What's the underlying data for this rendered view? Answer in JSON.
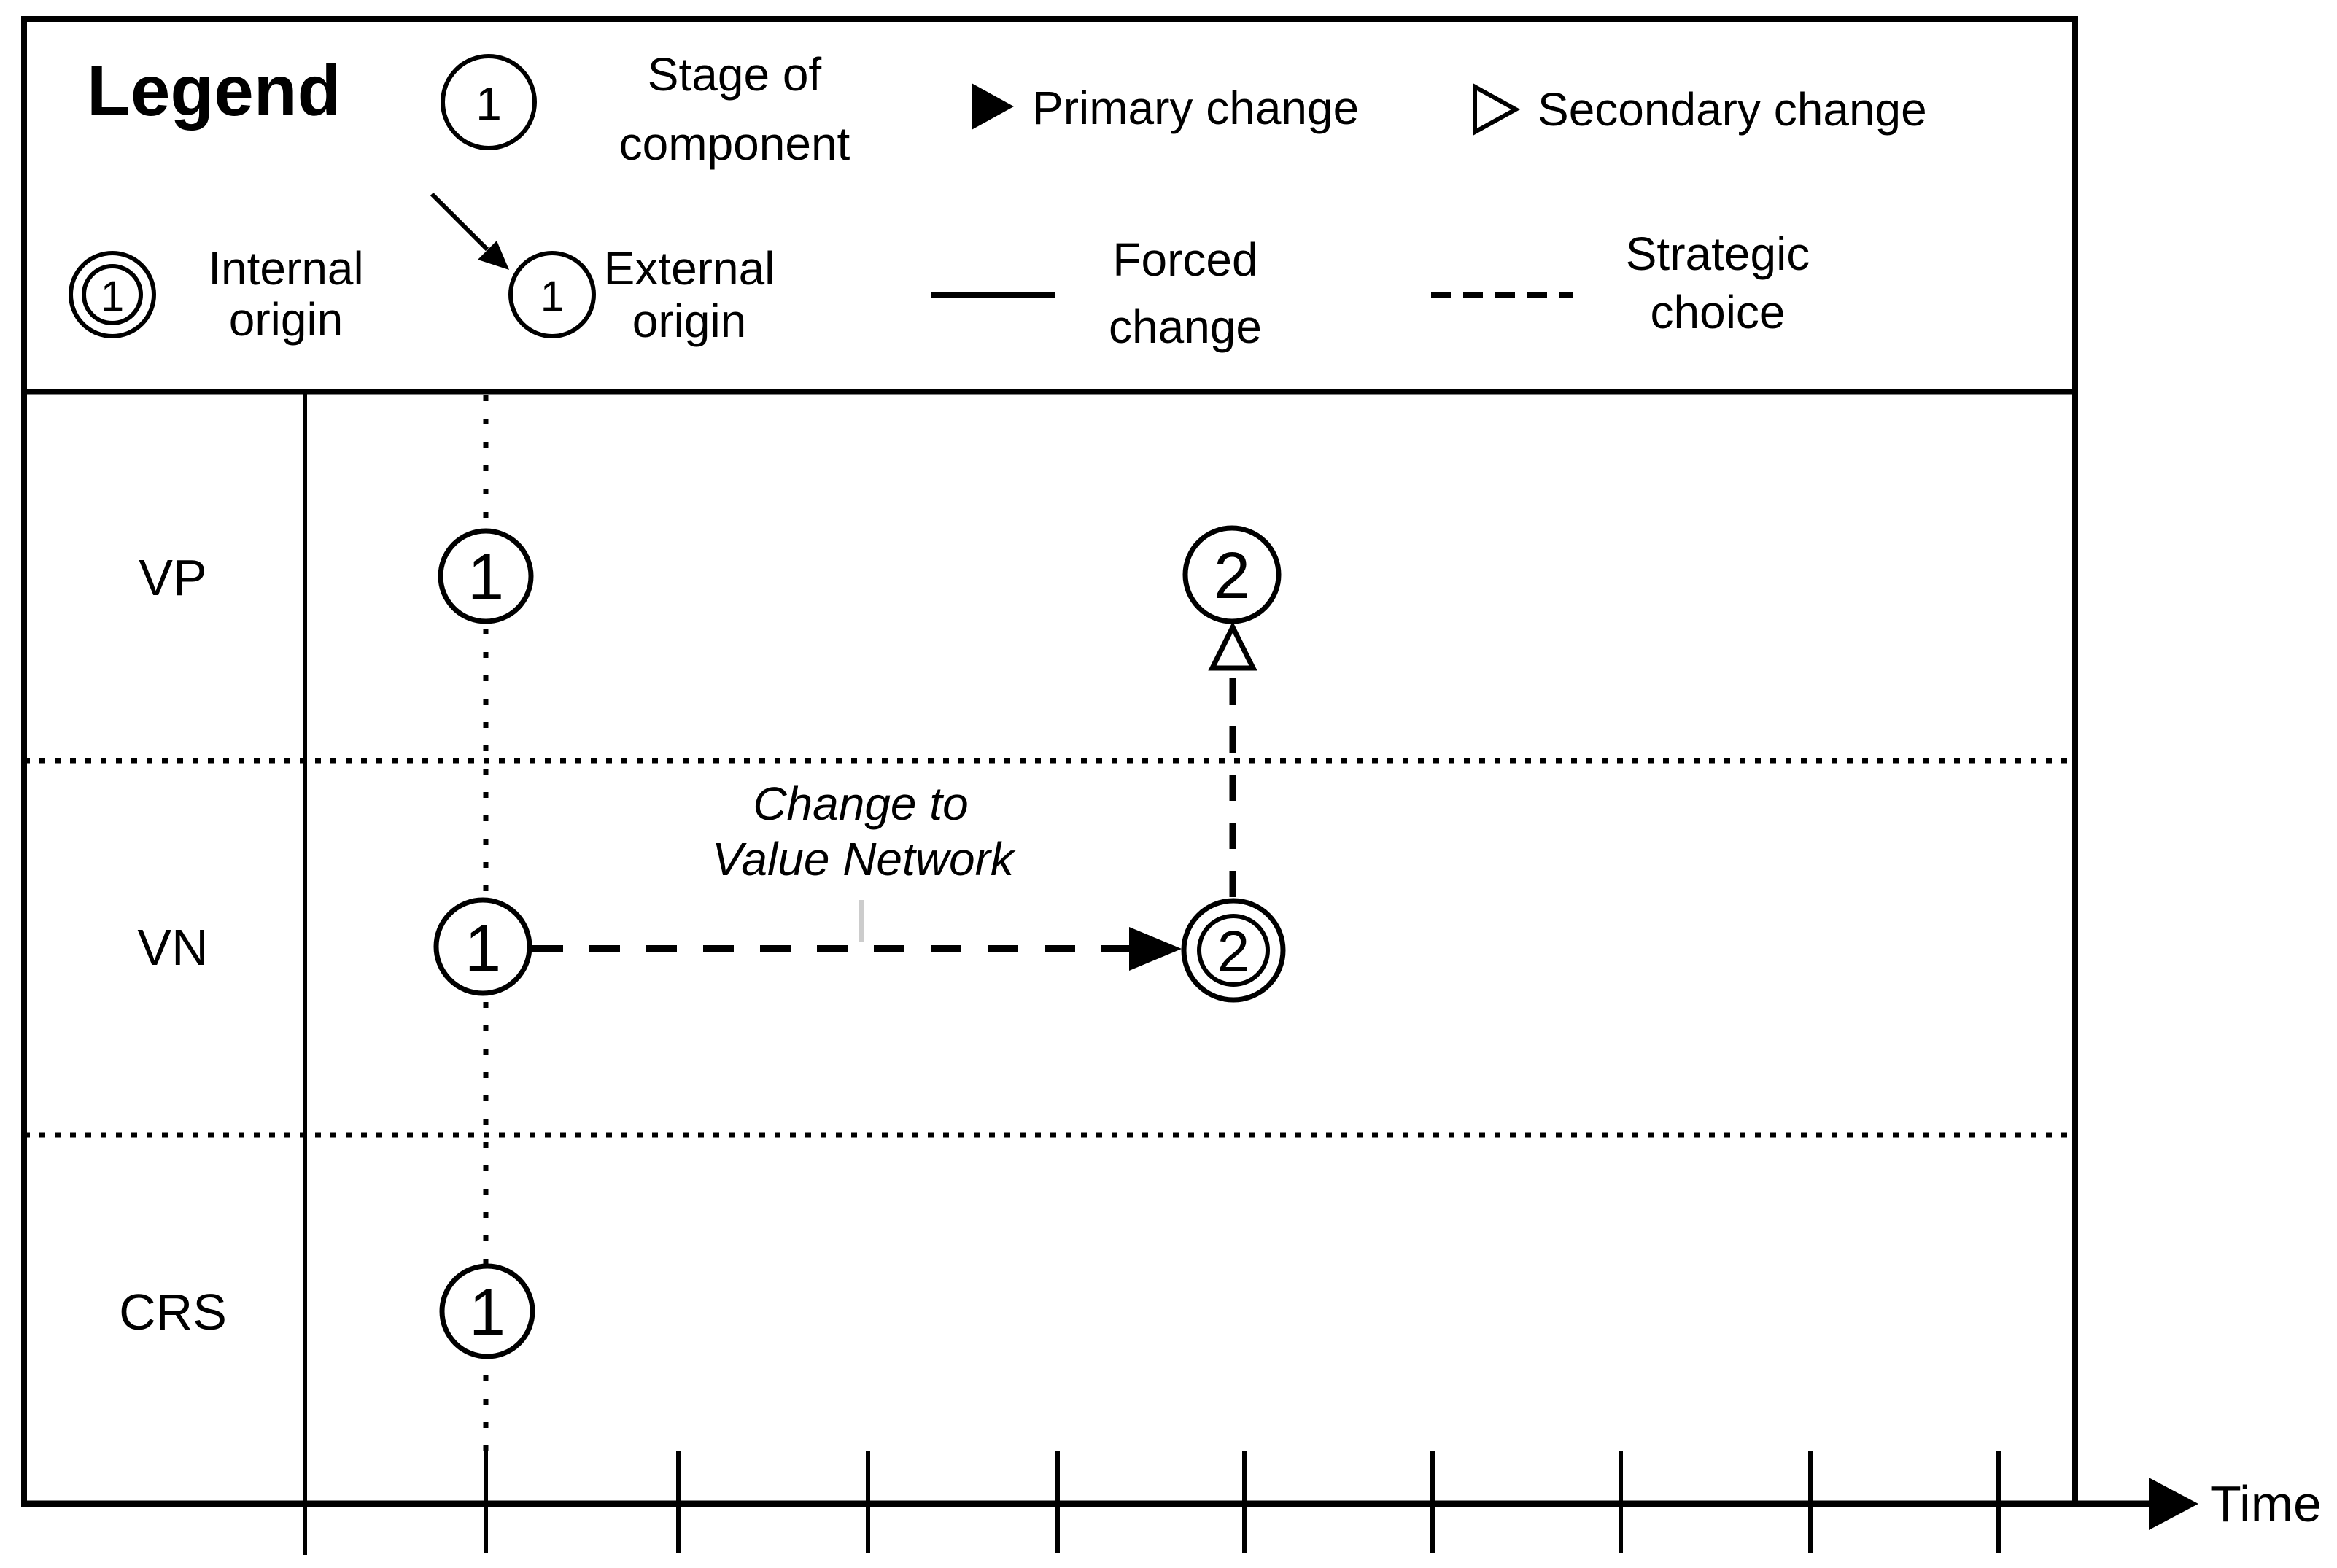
{
  "legend": {
    "title": "Legend",
    "stage": {
      "digit": "1",
      "line1": "Stage of",
      "line2": "component"
    },
    "primary": {
      "label": "Primary change"
    },
    "secondary": {
      "label": "Secondary change"
    },
    "internal": {
      "digit": "1",
      "line1": "Internal",
      "line2": "origin"
    },
    "external": {
      "digit": "1",
      "line1": "External",
      "line2": "origin"
    },
    "forced": {
      "line1": "Forced",
      "line2": "change"
    },
    "strategic": {
      "line1": "Strategic",
      "line2": "choice"
    }
  },
  "chart": {
    "rows": [
      "VP",
      "VN",
      "CRS"
    ],
    "nodes": {
      "vp1": {
        "row": "VP",
        "stage": "1",
        "origin": "external"
      },
      "vp2": {
        "row": "VP",
        "stage": "2",
        "origin": "external"
      },
      "vn1": {
        "row": "VN",
        "stage": "1",
        "origin": "external"
      },
      "vn2": {
        "row": "VN",
        "stage": "2",
        "origin": "internal"
      },
      "crs1": {
        "row": "CRS",
        "stage": "1",
        "origin": "external"
      }
    },
    "edges": [
      {
        "from": "vn1",
        "to": "vn2",
        "line_style": "strategic choice (dashed)",
        "head": "primary change (filled)",
        "label": "Change to Value Network"
      },
      {
        "from": "vn2",
        "to": "vp2",
        "line_style": "strategic choice (dashed)",
        "head": "secondary change (open)",
        "label": ""
      }
    ],
    "annotation": {
      "line1": "Change to",
      "line2": "Value Network"
    },
    "axis": {
      "label": "Time",
      "tick_count": 10
    }
  },
  "colors": {
    "ink": "#000000",
    "background": "#ffffff",
    "artifact_gray": "#cccccc"
  }
}
